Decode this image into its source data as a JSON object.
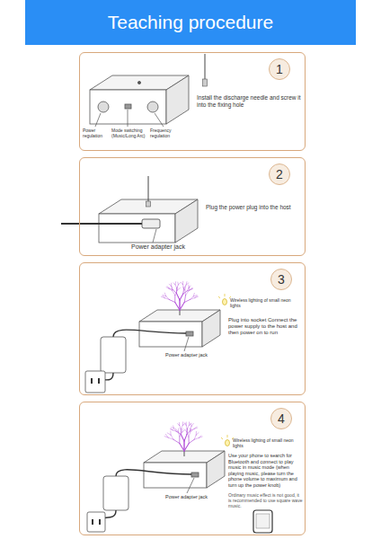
{
  "diagram": {
    "title": "Teaching procedure",
    "nodes": [
      {
        "text": [
          "Install the discharge needle and screw it into the fixing hole"
        ]
      },
      {
        "text": [
          "1"
        ],
        "in": 0
      },
      {
        "text": [
          "Plug the power plug into the host"
        ]
      },
      {
        "text": [
          "2"
        ],
        "in": 2
      },
      {
        "text": [
          "Plug into socket Connect the power supply to the host and then power on to run"
        ]
      },
      {
        "text": [
          "3"
        ],
        "in": 4
      },
      {
        "text": [
          "Use your phone to search for Bluetooth and connect to play music in music mode (when playing music, please turn the phone volume to maximum and turn up the power knob)",
          "Ordinary music effect is not good, it is recommended to use square wave music."
        ]
      },
      {
        "text": [
          "4"
        ],
        "in": 6
      }
    ],
    "labels": [
      "Power regulation",
      "Mode switching (Music/Long Arc)",
      "Frequency regulation",
      "Power adapter jack",
      "Wireless lighting of small neon lights",
      "Power adapter jack",
      "Wireless lighting of small neon lights",
      "Power adapter jack"
    ]
  }
}
